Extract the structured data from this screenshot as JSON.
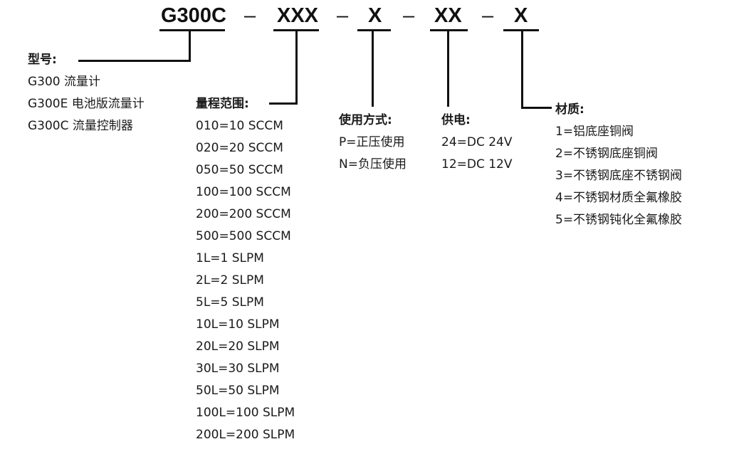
{
  "code": {
    "base": "G300C",
    "separator": "–",
    "range_code": "XXX",
    "usage_code": "X",
    "power_code": "XX",
    "material_code": "X"
  },
  "model": {
    "heading": "型号:",
    "items": [
      "G300  流量计",
      "G300E 电池版流量计",
      "G300C 流量控制器"
    ]
  },
  "range": {
    "heading": "量程范围:",
    "items": [
      "010=10 SCCM",
      "020=20 SCCM",
      "050=50 SCCM",
      "100=100 SCCM",
      "200=200 SCCM",
      "500=500 SCCM",
      "1L=1 SLPM",
      "2L=2 SLPM",
      "5L=5 SLPM",
      "10L=10 SLPM",
      "20L=20 SLPM",
      "30L=30 SLPM",
      "50L=50 SLPM",
      "100L=100 SLPM",
      "200L=200 SLPM"
    ]
  },
  "usage": {
    "heading": "使用方式:",
    "items": [
      "P=正压使用",
      "N=负压使用"
    ]
  },
  "power": {
    "heading": "供电:",
    "items": [
      "24=DC 24V",
      "12=DC 12V"
    ]
  },
  "material": {
    "heading": "材质:",
    "items": [
      "1=铝底座铜阀",
      "2=不锈钢底座铜阀",
      "3=不锈钢底座不锈钢阀",
      "4=不锈钢材质全氟橡胶",
      "5=不锈钢钝化全氟橡胶"
    ]
  }
}
